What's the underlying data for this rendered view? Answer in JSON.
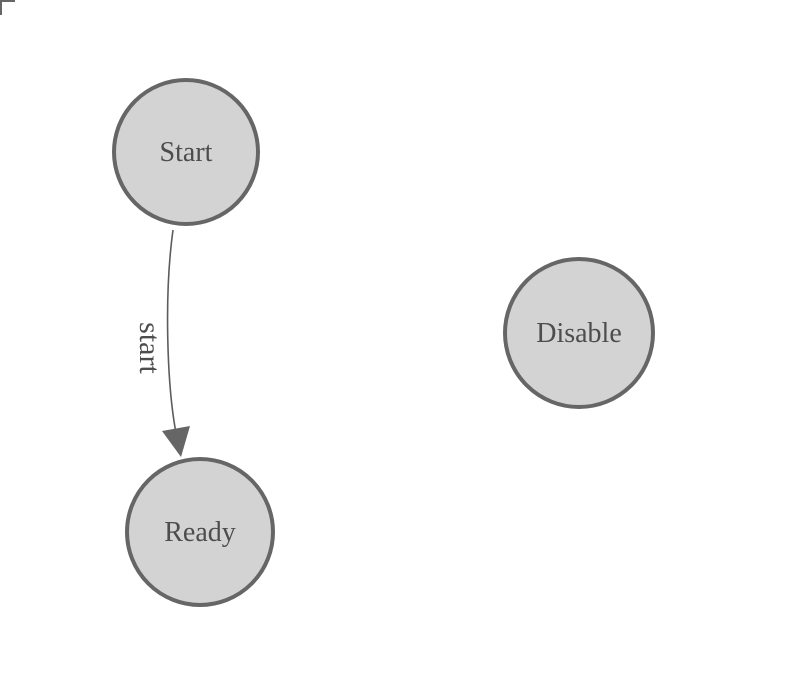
{
  "diagram": {
    "type": "finite-state-machine",
    "nodes": [
      {
        "id": "start",
        "label": "Start"
      },
      {
        "id": "ready",
        "label": "Ready"
      },
      {
        "id": "disable",
        "label": "Disable"
      }
    ],
    "edges": [
      {
        "from": "Start",
        "to": "Ready",
        "label": "start"
      }
    ],
    "colors": {
      "node_fill": "#d3d3d3",
      "node_stroke": "#666666",
      "label_text": "#4d4d4d",
      "edge_stroke": "#5c5c5c",
      "arrowhead": "#666666",
      "background": "#ffffff"
    }
  }
}
